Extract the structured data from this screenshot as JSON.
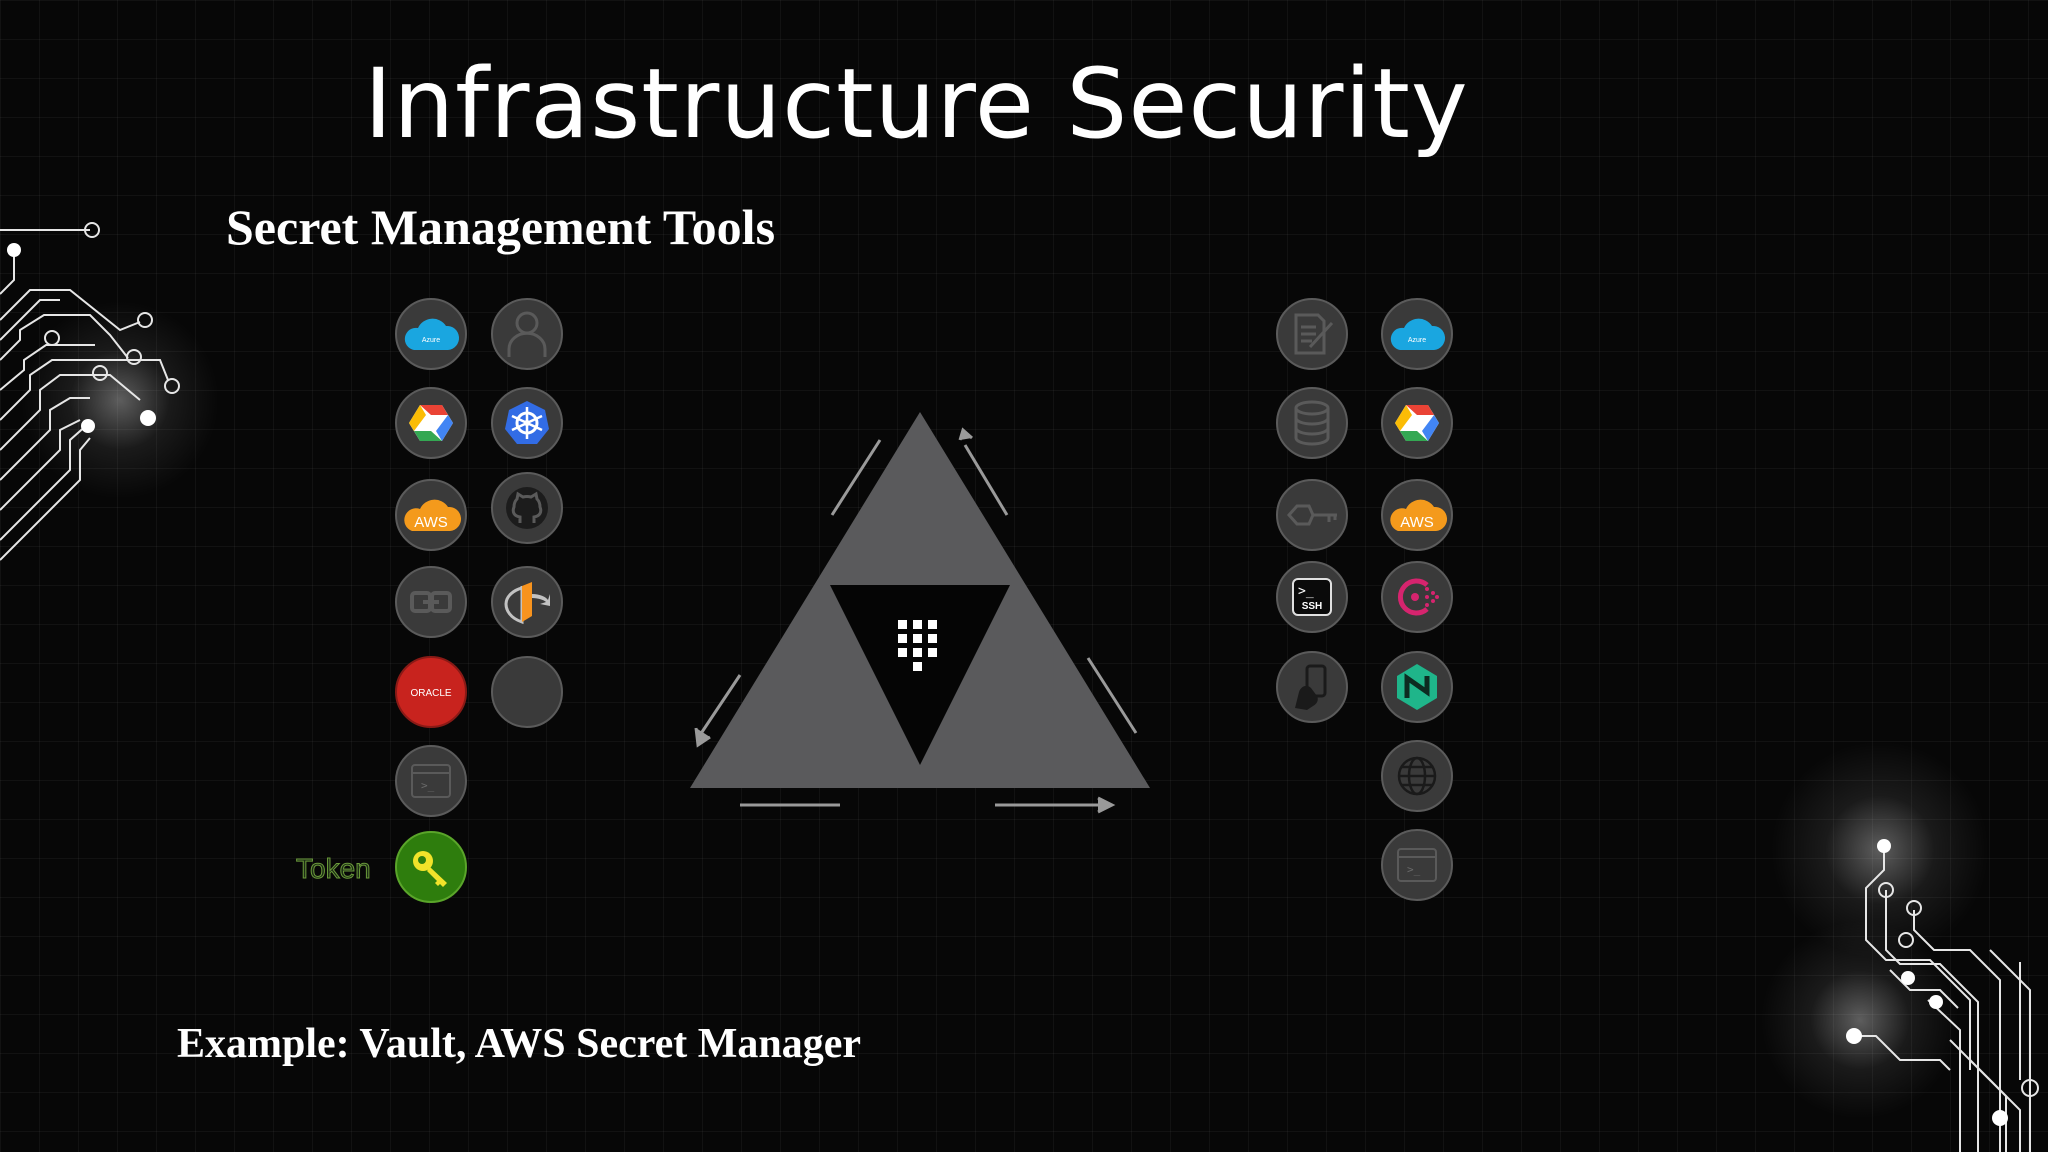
{
  "slide": {
    "title": "Infrastructure Security",
    "subtitle": "Secret Management Tools",
    "example": "Example: Vault, AWS Secret Manager",
    "token_label": "Token"
  },
  "icons_left": [
    {
      "name": "azure-icon",
      "text": "Azure"
    },
    {
      "name": "user-icon"
    },
    {
      "name": "google-cloud-icon"
    },
    {
      "name": "kubernetes-icon"
    },
    {
      "name": "aws-icon",
      "text": "AWS"
    },
    {
      "name": "github-icon"
    },
    {
      "name": "link-icon"
    },
    {
      "name": "openid-icon"
    },
    {
      "name": "oracle-icon",
      "text": "ORACLE"
    },
    {
      "name": "blank-icon"
    },
    {
      "name": "terminal-icon",
      "text": ">_"
    },
    {
      "name": "token-key-icon"
    }
  ],
  "icons_right": [
    {
      "name": "document-icon"
    },
    {
      "name": "azure-icon",
      "text": "Azure"
    },
    {
      "name": "database-icon"
    },
    {
      "name": "google-cloud-icon"
    },
    {
      "name": "key-icon"
    },
    {
      "name": "aws-icon",
      "text": "AWS"
    },
    {
      "name": "ssh-icon",
      "text": "SSH"
    },
    {
      "name": "consul-icon"
    },
    {
      "name": "mobile-auth-icon"
    },
    {
      "name": "nomad-icon"
    },
    {
      "name": "globe-icon"
    },
    {
      "name": "terminal-icon",
      "text": ">_"
    }
  ],
  "colors": {
    "background": "#070707",
    "icon_fill": "#3a3a3a",
    "azure_blue": "#1aa6e0",
    "aws_orange": "#f49a1c",
    "oracle_red": "#c8231e",
    "token_green": "#2e7d0d",
    "consul_pink": "#d6246e",
    "nomad_green": "#1fb58a",
    "kubernetes_blue": "#326ce5",
    "vault_gray": "#5a5a5c"
  }
}
